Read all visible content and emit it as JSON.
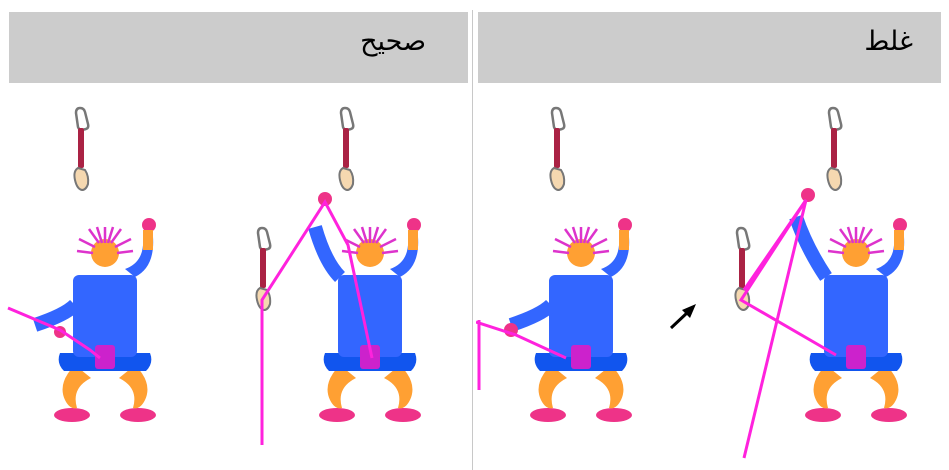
{
  "columns": [
    {
      "label": "صحيح",
      "meaning": "correct"
    },
    {
      "label": "غلط",
      "meaning": "wrong"
    }
  ],
  "colors": {
    "header_bg": "#cccccc",
    "rope": "#ff22dd",
    "shirt": "#3366ff",
    "pants": "#1155ee",
    "skin": "#ffa033",
    "shoes": "#ee3388",
    "hair": "#dd33cc",
    "chalk_bag": "#cc22cc",
    "sling": "#aa2244",
    "carabiner": "#777777"
  },
  "icons": [
    "quickdraw-icon",
    "climber-icon",
    "arrow-icon"
  ]
}
